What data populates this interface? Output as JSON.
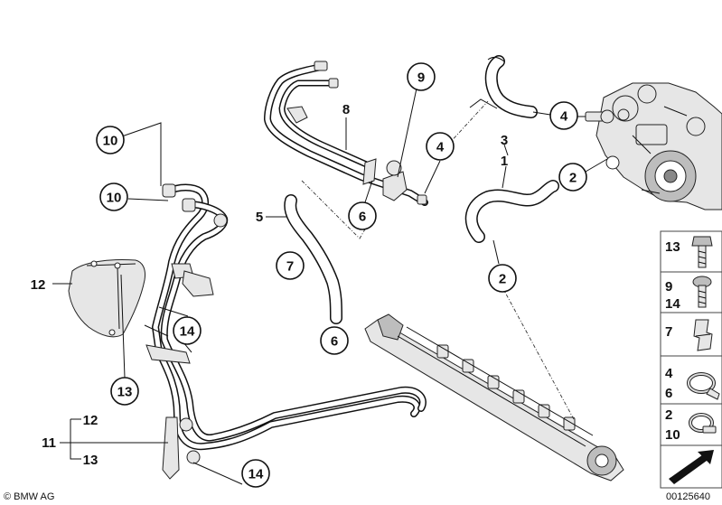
{
  "callouts": {
    "c9": "9",
    "c4a": "4",
    "c4b": "4",
    "c2a": "2",
    "c2b": "2",
    "c10a": "10",
    "c10b": "10",
    "c6a": "6",
    "c6b": "6",
    "c7": "7",
    "c14a": "14",
    "c14b": "14",
    "c13": "13"
  },
  "labels": {
    "l8": "8",
    "l3": "3",
    "l1": "1",
    "l5": "5",
    "l12": "12",
    "l11": "11",
    "l12b": "12",
    "l13b": "13"
  },
  "legend": {
    "r1": "13",
    "r2a": "9",
    "r2b": "14",
    "r3": "7",
    "r4a": "4",
    "r4b": "6",
    "r5a": "2",
    "r5b": "10"
  },
  "footer": {
    "copyright": "© BMW AG",
    "diagram_number": "00125640"
  }
}
